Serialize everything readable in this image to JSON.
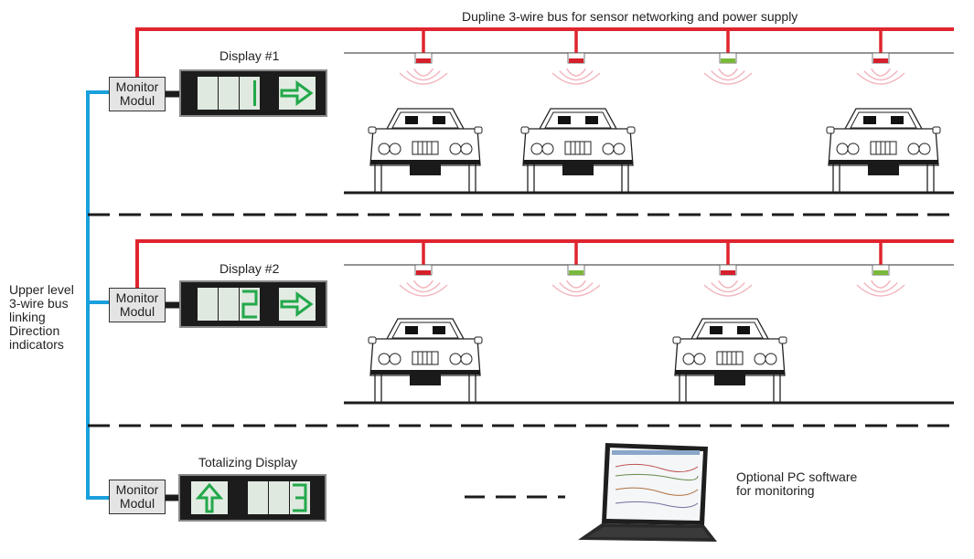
{
  "title": "Dupline 3-wire bus for sensor networking and power supply",
  "upper_bus_label": [
    "Upper level",
    "3-wire bus",
    "linking",
    "Direction",
    "indicators"
  ],
  "colors": {
    "dupline_bus": "#e0252e",
    "upper_bus": "#1aa0dc",
    "sensor_occupied": "#d4202c",
    "sensor_free": "#7ab83a",
    "display_digit": "#22a84a"
  },
  "levels": [
    {
      "display_title": "Display #1",
      "monitor_label": [
        "Monitor",
        "Modul"
      ],
      "display_value": "1",
      "arrow": "right",
      "sensors": [
        "occupied",
        "occupied",
        "free",
        "occupied"
      ],
      "cars": [
        true,
        true,
        false,
        true
      ]
    },
    {
      "display_title": "Display #2",
      "monitor_label": [
        "Monitor",
        "Modul"
      ],
      "display_value": "2",
      "arrow": "right",
      "sensors": [
        "occupied",
        "free",
        "occupied",
        "free"
      ],
      "cars": [
        true,
        false,
        true,
        false
      ]
    }
  ],
  "totalizing": {
    "display_title": "Totalizing Display",
    "monitor_label": [
      "Monitor",
      "Modul"
    ],
    "display_value": "3",
    "arrow": "up"
  },
  "pc": {
    "label": [
      "Optional PC software",
      "for monitoring"
    ]
  }
}
